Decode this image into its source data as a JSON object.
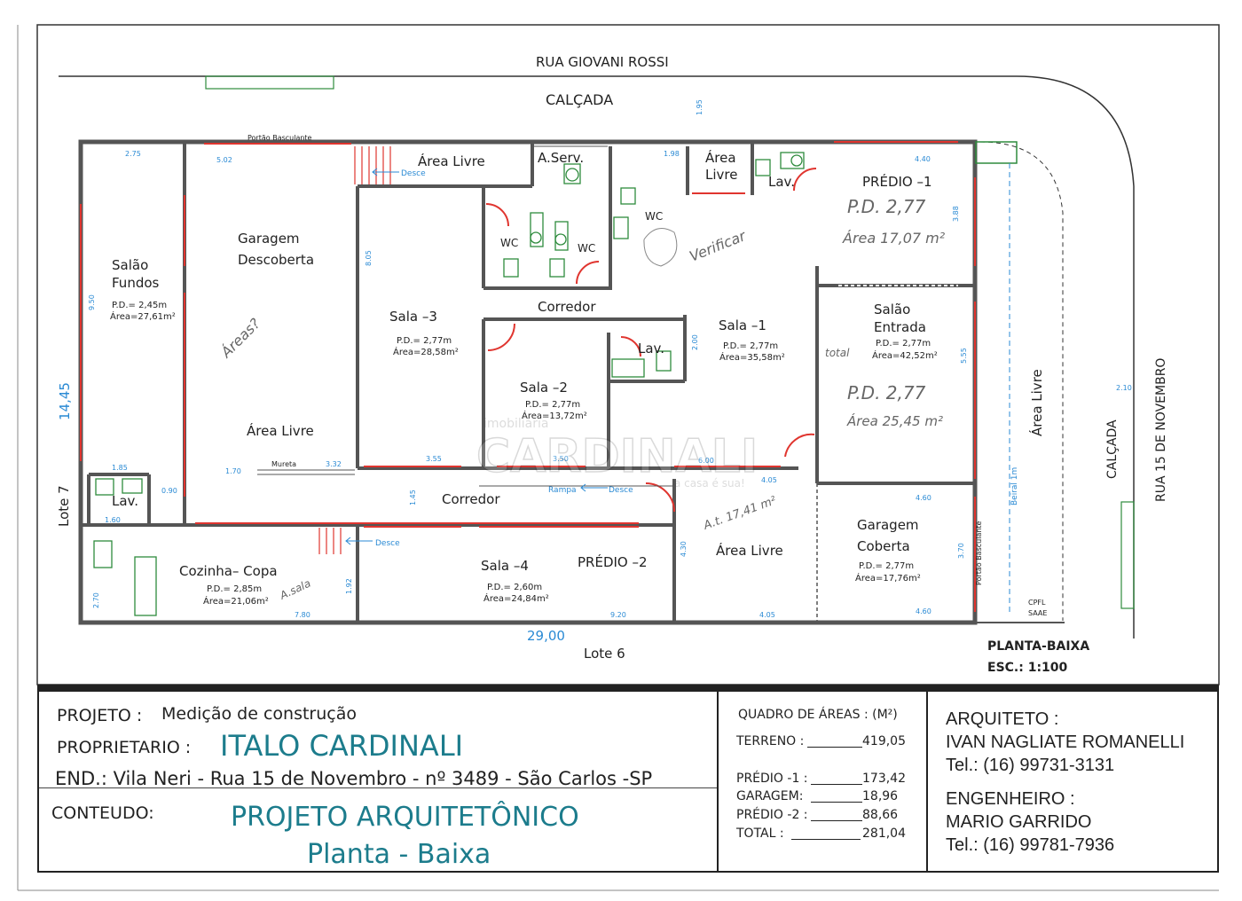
{
  "street_top": "RUA GIOVANI ROSSI",
  "sidewalk_top": "CALÇADA",
  "street_right": "RUA 15 DE NOVEMBRO",
  "sidewalk_right": "CALÇADA",
  "lot_left": "Lote 7",
  "lot_bottom": "Lote 6",
  "plan_title": "PLANTA-BAIXA",
  "plan_scale": "ESC.: 1:100",
  "dim_width": "29,00",
  "dim_depth": "14,45",
  "gate_top": "Portão Basculante",
  "gate_right": "Portão Basculante",
  "mureta": "Mureta",
  "ramp": "Rampa",
  "desce": "Desce",
  "cpfl": "CPFL",
  "saae": "SAAE",
  "bonus_label": "Beiral 1m",
  "rooms": {
    "salao_fundos": {
      "name1": "Salão",
      "name2": "Fundos",
      "pd": "P.D.= 2,45m",
      "area": "Área=27,61m²"
    },
    "garagem_desc": {
      "name1": "Garagem",
      "name2": "Descoberta"
    },
    "area_livre_left": "Área Livre",
    "area_livre_top": "Área Livre",
    "aserv": "A.Serv.",
    "area_livre_small1": "Área",
    "area_livre_small2": "Livre",
    "lav": "Lav.",
    "wc": "WC",
    "corredor": "Corredor",
    "sala3": {
      "name": "Sala  –3",
      "pd": "P.D.= 2,77m",
      "area": "Área=28,58m²"
    },
    "sala2": {
      "name": "Sala  –2",
      "pd": "P.D.= 2,77m",
      "area": "Área=13,72m²"
    },
    "sala1": {
      "name": "Sala  –1",
      "pd": "P.D.= 2,77m",
      "area": "Área=35,58m²"
    },
    "predio1": "PRÉDIO  –1",
    "salao_entrada": {
      "name1": "Salão",
      "name2": "Entrada",
      "pd": "P.D.= 2,77m",
      "area": "Área=42,52m²"
    },
    "area_livre_right": "Área Livre",
    "cozinha": {
      "name": "Cozinha– Copa",
      "pd": "P.D.= 2,85m",
      "area": "Área=21,06m²"
    },
    "sala4": {
      "name": "Sala  –4",
      "pd": "P.D.= 2,60m",
      "area": "Área=24,84m²"
    },
    "predio2": "PRÉDIO  –2",
    "area_livre_mid": "Área Livre",
    "garagem_coberta": {
      "name1": "Garagem",
      "name2": "Coberta",
      "pd": "P.D.= 2,77m",
      "area": "Área=17,76m²"
    }
  },
  "handwriting": {
    "pd1": "P.D. 2,77",
    "area1": "Área 17,07 m²",
    "verificar": "Verificar",
    "pd2": "P.D. 2,77",
    "area2": "Área 25,45 m²",
    "total": "total",
    "areas": "Áreas?",
    "at": "A.t. 17,41 m²",
    "asala": "A.sala"
  },
  "dims": [
    "2.75",
    "5.02",
    "9.50",
    "1.85",
    "1.60",
    "0.90",
    "1.70",
    "3.32",
    "8.05",
    "3.55",
    "3.50",
    "1.45",
    "6.00",
    "4.05",
    "4.40",
    "4.60",
    "3.70",
    "2.10",
    "5.55",
    "3.88",
    "2.00",
    "1.98",
    "1.95",
    "7.80",
    "9.20",
    "4.05",
    "4.60",
    "2.70",
    "1.92",
    "4.30"
  ],
  "watermark": {
    "name": "CARDINALI",
    "sub": "imobiliária",
    "tag": "a casa é sua!"
  },
  "title_block": {
    "projeto_label": "PROJETO :",
    "projeto_value": "Medição de construção",
    "proprietario_label": "PROPRIETARIO :",
    "proprietario_value": "ITALO CARDINALI",
    "endereco": "END.: Vila Neri -  Rua 15 de Novembro - nº 3489 - São Carlos -SP",
    "conteudo_label": "CONTEUDO:",
    "conteudo_line1": "PROJETO ARQUITETÔNICO",
    "conteudo_line2": "Planta - Baixa",
    "quadro_title": "QUADRO DE ÁREAS : (M²)",
    "areas": [
      {
        "label": "TERRENO :",
        "value": "419,05"
      },
      {
        "label": "PRÉDIO -1 :",
        "value": "173,42"
      },
      {
        "label": "GARAGEM:",
        "value": "18,96"
      },
      {
        "label": "PRÉDIO -2 :",
        "value": "88,66"
      },
      {
        "label": "TOTAL :",
        "value": "281,04"
      }
    ],
    "arquiteto_label": "ARQUITETO :",
    "arquiteto_name": "IVAN  NAGLIATE ROMANELLI",
    "arquiteto_tel": "Tel.: (16) 99731-3131",
    "engenheiro_label": "ENGENHEIRO :",
    "engenheiro_name": "MARIO GARRIDO",
    "engenheiro_tel": "Tel.: (16) 99781-7936"
  },
  "colors": {
    "wall": "#555555",
    "red": "#e0352f",
    "blue": "#2a8ad4",
    "teal": "#1c7c8c",
    "green": "#2e8b3d"
  }
}
